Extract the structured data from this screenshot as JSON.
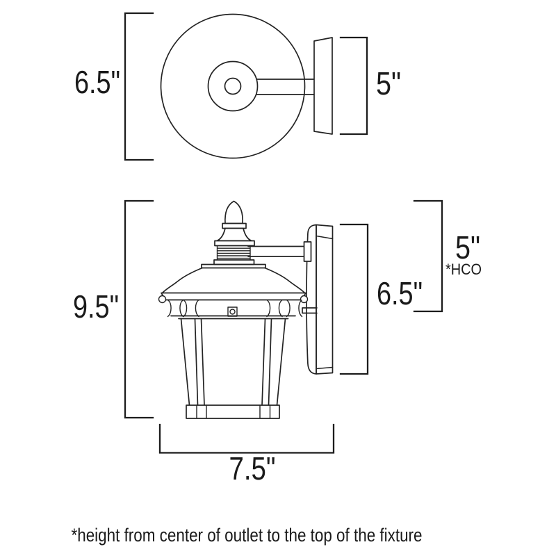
{
  "diagram": {
    "title": "wall-lantern-dimension-spec",
    "colors": {
      "line": "#232323",
      "text": "#1a1a1a",
      "background": "#ffffff"
    },
    "top_view": {
      "height_label": "6.5\"",
      "projection_label": "5\""
    },
    "side_view": {
      "overall_height_label": "9.5\"",
      "backplate_height_label": "6.5\"",
      "outlet_to_top_label": "5\"",
      "outlet_note_label": "*HCO",
      "overall_projection_label": "7.5\""
    },
    "footnote": "*height from center of outlet to the top of the fixture"
  }
}
